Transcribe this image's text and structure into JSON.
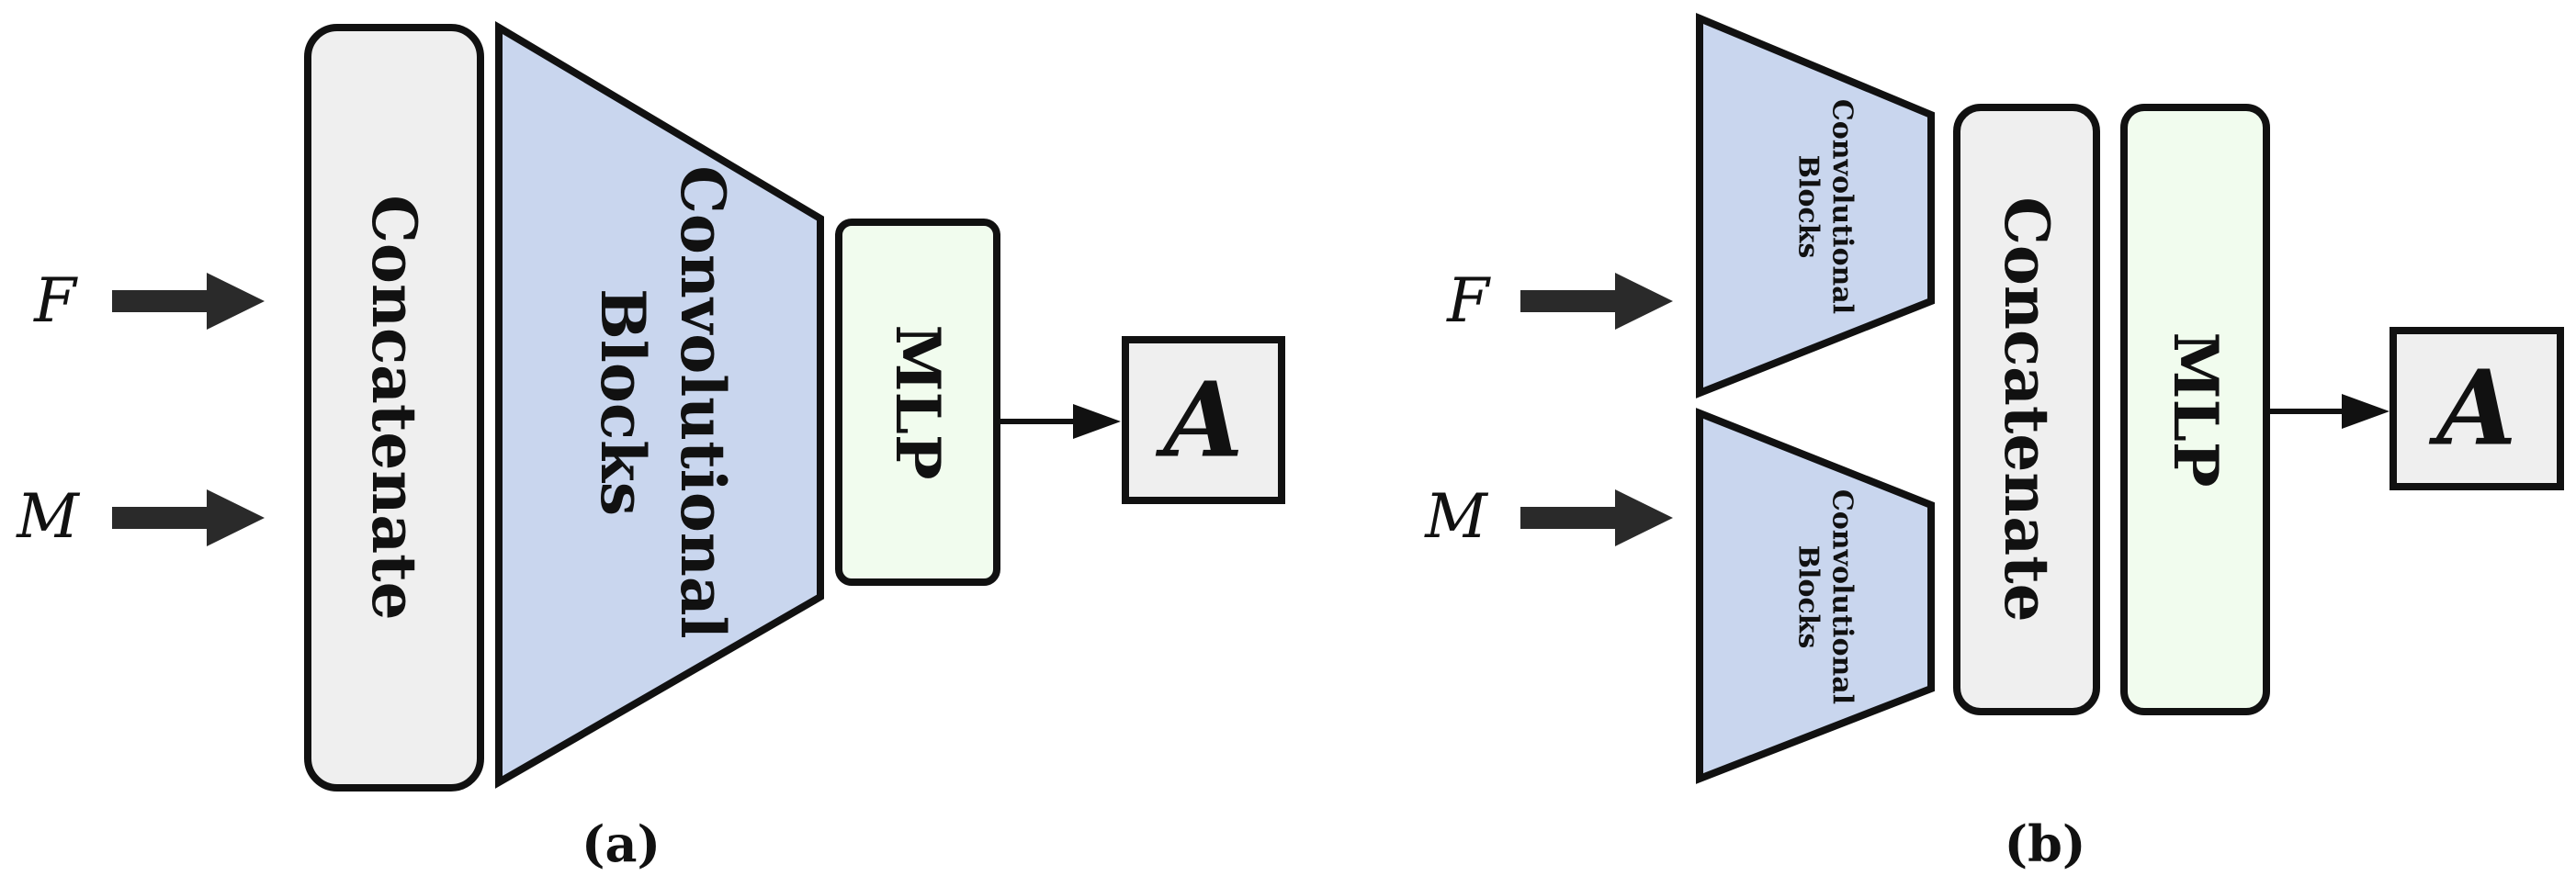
{
  "panel_a": {
    "input_f": "F",
    "input_m": "M",
    "concat_label": "Concatenate",
    "conv_label_line1": "Convolutional",
    "conv_label_line2": "Blocks",
    "mlp_label": "MLP",
    "output_label": "A",
    "caption": "(a)"
  },
  "panel_b": {
    "input_f": "F",
    "input_m": "M",
    "conv_top_line1": "Convolutional",
    "conv_top_line2": "Blocks",
    "conv_bottom_line1": "Convolutional",
    "conv_bottom_line2": "Blocks",
    "concat_label": "Concatenate",
    "mlp_label": "MLP",
    "output_label": "A",
    "caption": "(b)"
  },
  "colors": {
    "concat_fill": "#efefef",
    "conv_fill": "#c9d6ee",
    "mlp_fill": "#f1fcee",
    "output_fill": "#efefef",
    "stroke": "#111111",
    "arrow_fill": "#2a2a2a"
  }
}
